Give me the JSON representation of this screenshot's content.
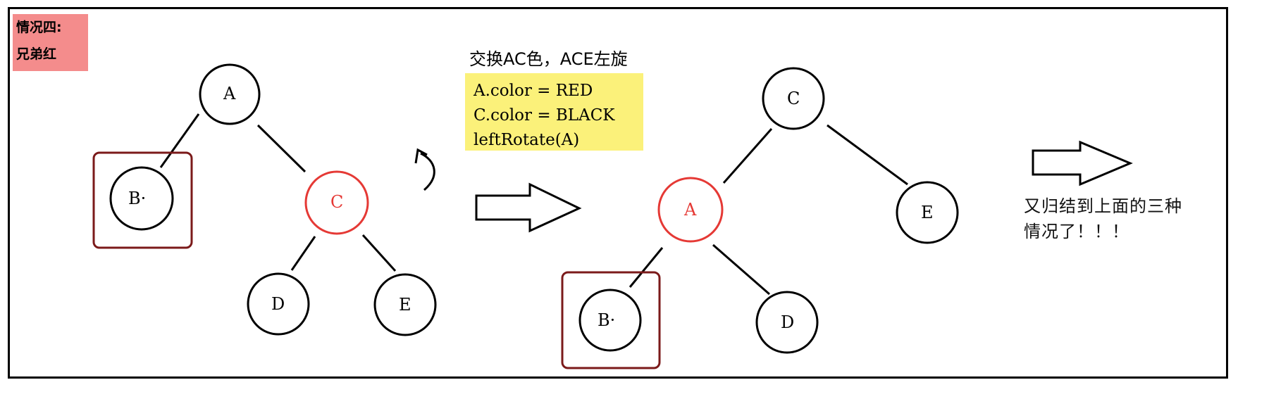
{
  "case": {
    "line1": "情况四:",
    "line2": "兄弟红"
  },
  "transform": {
    "title": "交换AC色，ACE左旋",
    "code": [
      "A.color = RED",
      "C.color = BLACK",
      "leftRotate(A)"
    ]
  },
  "note": {
    "line1": "又归结到上面的三种",
    "line2": "情况了！！！"
  },
  "colors": {
    "red_node": "#e53935",
    "highlight_box": "#7b1a1a",
    "case_bg": "#f48c8c",
    "code_bg": "#fbf17a"
  },
  "before_tree": {
    "nodes": [
      {
        "id": "A",
        "label": "A",
        "color": "black"
      },
      {
        "id": "B",
        "label": "B·",
        "color": "black",
        "highlighted": true
      },
      {
        "id": "C",
        "label": "C",
        "color": "red"
      },
      {
        "id": "D",
        "label": "D",
        "color": "black"
      },
      {
        "id": "E",
        "label": "E",
        "color": "black"
      }
    ],
    "edges": [
      [
        "A",
        "B"
      ],
      [
        "A",
        "C"
      ],
      [
        "C",
        "D"
      ],
      [
        "C",
        "E"
      ]
    ]
  },
  "after_tree": {
    "nodes": [
      {
        "id": "C",
        "label": "C",
        "color": "black"
      },
      {
        "id": "A",
        "label": "A",
        "color": "red"
      },
      {
        "id": "E",
        "label": "E",
        "color": "black"
      },
      {
        "id": "B",
        "label": "B·",
        "color": "black",
        "highlighted": true
      },
      {
        "id": "D",
        "label": "D",
        "color": "black"
      }
    ],
    "edges": [
      [
        "C",
        "A"
      ],
      [
        "C",
        "E"
      ],
      [
        "A",
        "B"
      ],
      [
        "A",
        "D"
      ]
    ]
  }
}
